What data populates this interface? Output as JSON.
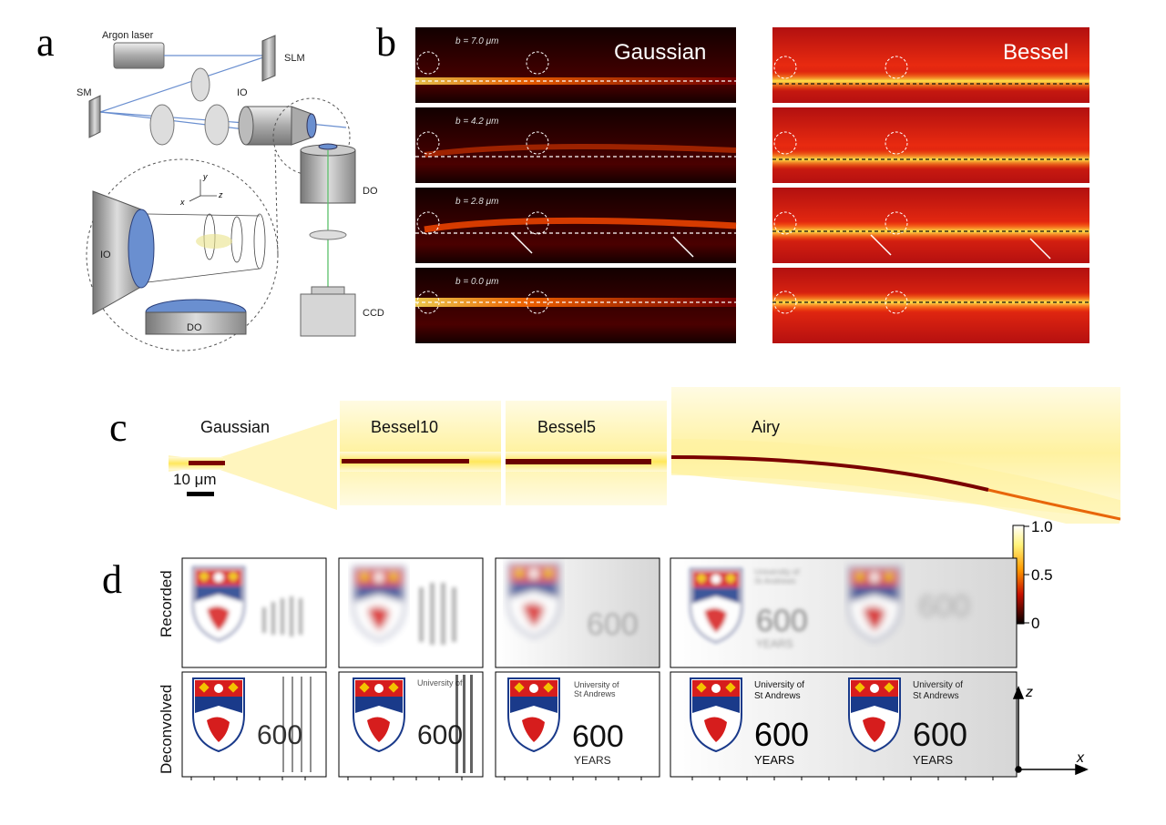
{
  "panels": {
    "a": "a",
    "b": "b",
    "c": "c",
    "d": "d"
  },
  "setup": {
    "argon": "Argon laser",
    "slm": "SLM",
    "sm": "SM",
    "io": "IO",
    "do": "DO",
    "ccd": "CCD",
    "ax_x": "x",
    "ax_y": "y",
    "ax_z": "z"
  },
  "b": {
    "gaussian_title": "Gaussian",
    "bessel_title": "Bessel",
    "b_values": [
      "b = 7.0 μm",
      "b = 4.2 μm",
      "b = 2.8 μm",
      "b = 0.0 μm"
    ]
  },
  "c": {
    "beams": [
      "Gaussian",
      "Bessel10",
      "Bessel5",
      "Airy"
    ],
    "scalebar": "10 μm"
  },
  "colorbar": {
    "ticks": [
      "1.0",
      "0.5",
      "0"
    ]
  },
  "d": {
    "row_labels": [
      "Recorded",
      "Deconvolved"
    ],
    "text_univ": "University of",
    "text_st": "St Andrews",
    "text_600": "600",
    "text_years": "YEARS",
    "axis_z": "z",
    "axis_x": "x"
  },
  "colors": {
    "red": "#d61d1d",
    "navy": "#1a3a8a",
    "gold": "#f3c300",
    "hotdark": "#1a0000"
  }
}
